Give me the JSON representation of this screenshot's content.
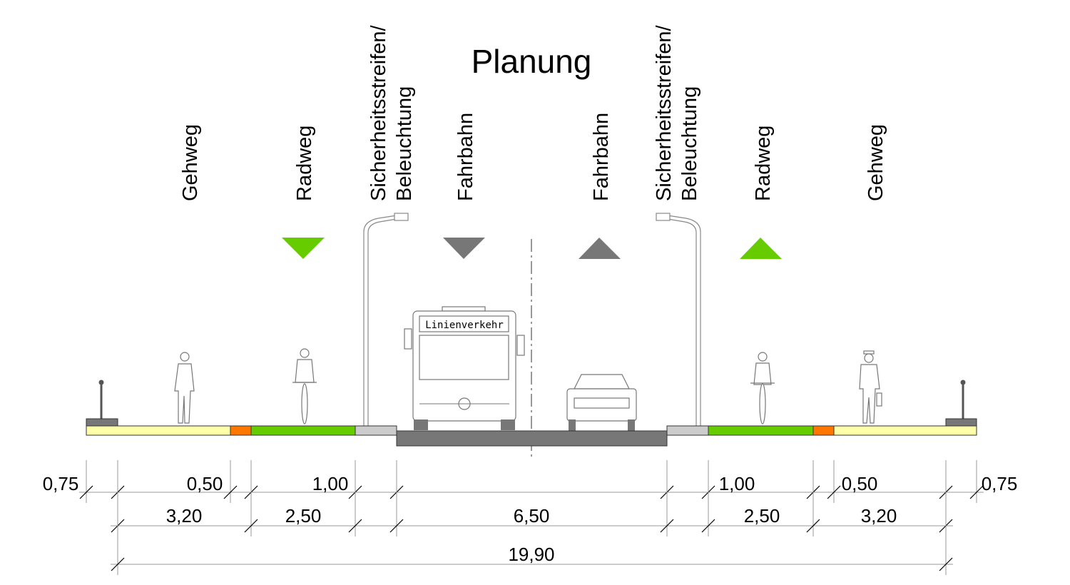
{
  "title": "Planung",
  "zones": {
    "left_gehweg": "Gehweg",
    "left_radweg": "Radweg",
    "left_sicherheit_1": "Sicherheitsstreifen/",
    "left_sicherheit_2": "Beleuchtung",
    "left_fahrbahn": "Fahrbahn",
    "right_fahrbahn": "Fahrbahn",
    "right_sicherheit_1": "Sicherheitsstreifen/",
    "right_sicherheit_2": "Beleuchtung",
    "right_radweg": "Radweg",
    "right_gehweg": "Gehweg"
  },
  "bus_sign": "Linienverkehr",
  "dimensions": {
    "row1": [
      "0,75",
      "0,50",
      "1,00",
      "1,00",
      "0,50",
      "0,75"
    ],
    "row2": [
      "3,20",
      "2,50",
      "6,50",
      "2,50",
      "3,20"
    ],
    "total": "19,90"
  },
  "colors": {
    "gehweg": "#FFFFAA",
    "trennstreifen": "#FF7700",
    "radweg": "#66CC00",
    "sicherheit": "#CCCCCC",
    "fahrbahn": "#777777",
    "arrow_rad": "#66CC00",
    "arrow_fahr": "#777777"
  }
}
